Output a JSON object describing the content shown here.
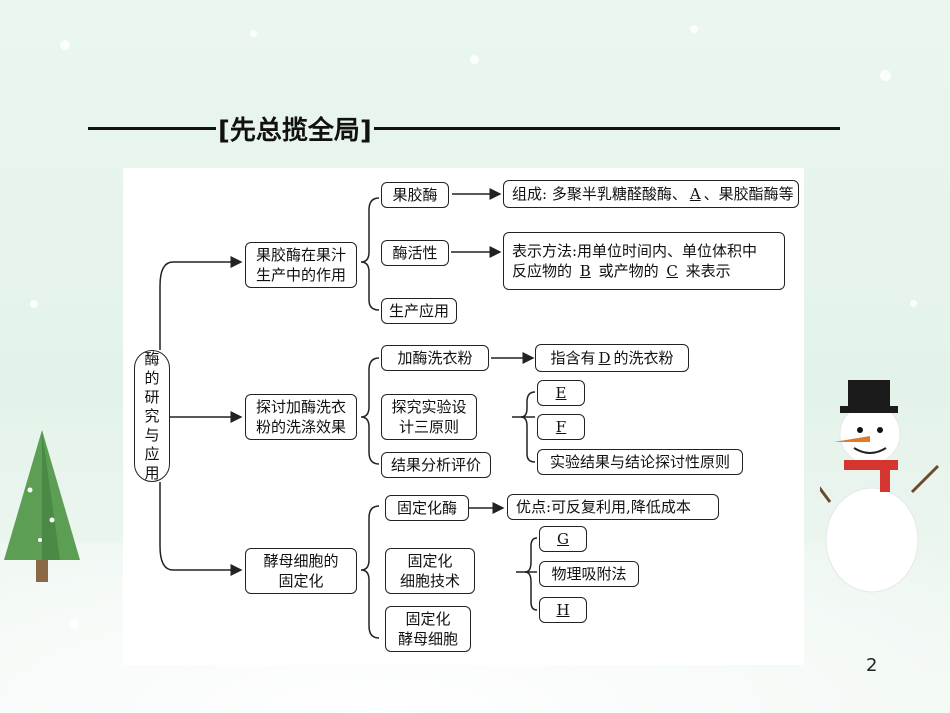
{
  "title": {
    "text": "[先总揽全局]"
  },
  "root": {
    "lines": [
      "酶",
      "的",
      "研",
      "究",
      "与",
      "应",
      "用"
    ]
  },
  "branches": [
    {
      "label_lines": [
        "果胶酶在果汁",
        "生产中的作用"
      ],
      "subs": [
        {
          "label": "果胶酶",
          "detail_parts": [
            "组成: 多聚半乳糖醛酸酶、",
            "A",
            "、果胶酯酶等"
          ]
        },
        {
          "label": "酶活性",
          "detail_line1": "表示方法:用单位时间内、单位体积中",
          "detail_line2_parts": [
            "反应物的",
            "B",
            "或产物的",
            "C",
            "来表示"
          ]
        },
        {
          "label": "生产应用"
        }
      ]
    },
    {
      "label_lines": [
        "探讨加酶洗衣",
        "粉的洗涤效果"
      ],
      "subs": [
        {
          "label": "加酶洗衣粉",
          "detail_parts": [
            "指含有",
            "D",
            "的洗衣粉"
          ]
        },
        {
          "label_lines": [
            "探究实验设",
            "计三原则"
          ],
          "items": [
            "E",
            "F",
            "实验结果与结论探讨性原则"
          ]
        },
        {
          "label": "结果分析评价"
        }
      ]
    },
    {
      "label_lines": [
        "酵母细胞的",
        "固定化"
      ],
      "subs": [
        {
          "label": "固定化酶",
          "detail": "优点:可反复利用,降低成本"
        },
        {
          "label_lines": [
            "固定化",
            "细胞技术"
          ],
          "items": [
            "G",
            "物理吸附法",
            "H"
          ]
        },
        {
          "label_lines": [
            "固定化",
            "酵母细胞"
          ]
        }
      ]
    }
  ],
  "page_number": "2"
}
